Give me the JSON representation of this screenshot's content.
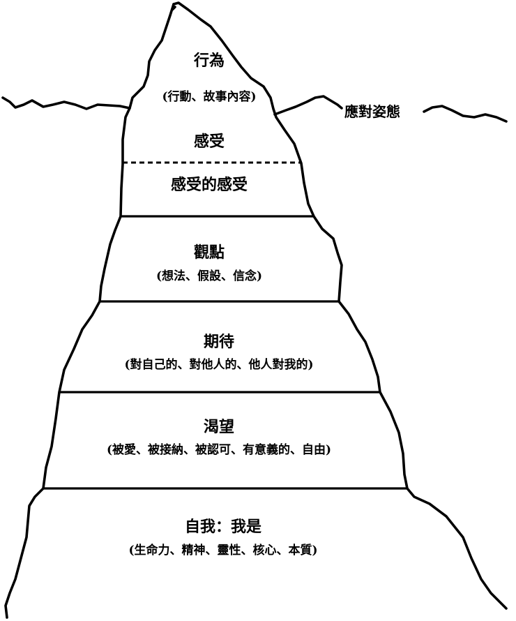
{
  "coping_stance": "應對姿態",
  "layers": [
    {
      "title": "行為",
      "detail": "(行動、故事內容)"
    },
    {
      "title": "感受",
      "detail": ""
    },
    {
      "title": "感受的感受",
      "detail": ""
    },
    {
      "title": "觀點",
      "detail": "(想法、假設、信念)"
    },
    {
      "title": "期待",
      "detail": "(對自己的、對他人的、他人對我的)"
    },
    {
      "title": "渴望",
      "detail": "(被愛、被接納、被認可、有意義的、自由)"
    },
    {
      "title": "自我：我是",
      "detail": "(生命力、精神、靈性、核心、本質)"
    }
  ]
}
